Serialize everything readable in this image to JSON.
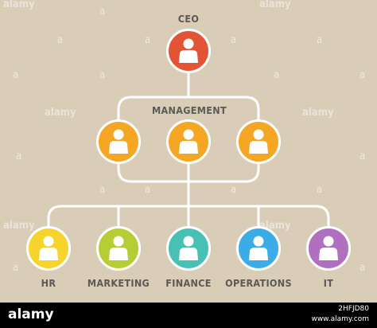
{
  "colors": {
    "background": "#d9cdb8",
    "connector": "#ffffff",
    "label": "#5c5a55",
    "ceo": "#e35335",
    "management": "#f5a623",
    "hr": "#f7d42c",
    "marketing": "#b6cd34",
    "finance": "#47c1b4",
    "operations": "#3bace6",
    "it": "#b16fc0"
  },
  "nodes": {
    "ceo": {
      "label": "CEO",
      "icon": "person-icon"
    },
    "management": {
      "label": "MANAGEMENT",
      "icon": "person-icon"
    },
    "hr": {
      "label": "HR",
      "icon": "person-icon"
    },
    "marketing": {
      "label": "MARKETING",
      "icon": "person-icon"
    },
    "finance": {
      "label": "FINANCE",
      "icon": "person-icon"
    },
    "operations": {
      "label": "OPERATIONS",
      "icon": "person-icon"
    },
    "it": {
      "label": "IT",
      "icon": "person-icon"
    }
  },
  "watermark": {
    "word": "alamy"
  },
  "footer": {
    "logo": "alamy",
    "image_id": "2HFJD80",
    "site": "www.alamy.com"
  }
}
